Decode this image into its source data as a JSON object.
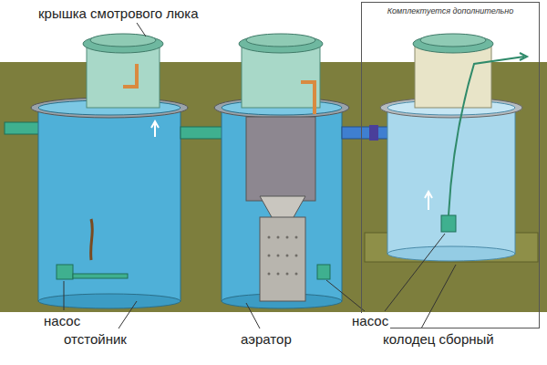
{
  "diagram": {
    "nodes": [
      {
        "text": [
          "Комплектуется дополнительно"
        ]
      }
    ],
    "labels": [
      "крышка смотрового люка",
      "насос",
      "отстойник",
      "аэратор",
      "насос",
      "колодец сборный"
    ]
  }
}
